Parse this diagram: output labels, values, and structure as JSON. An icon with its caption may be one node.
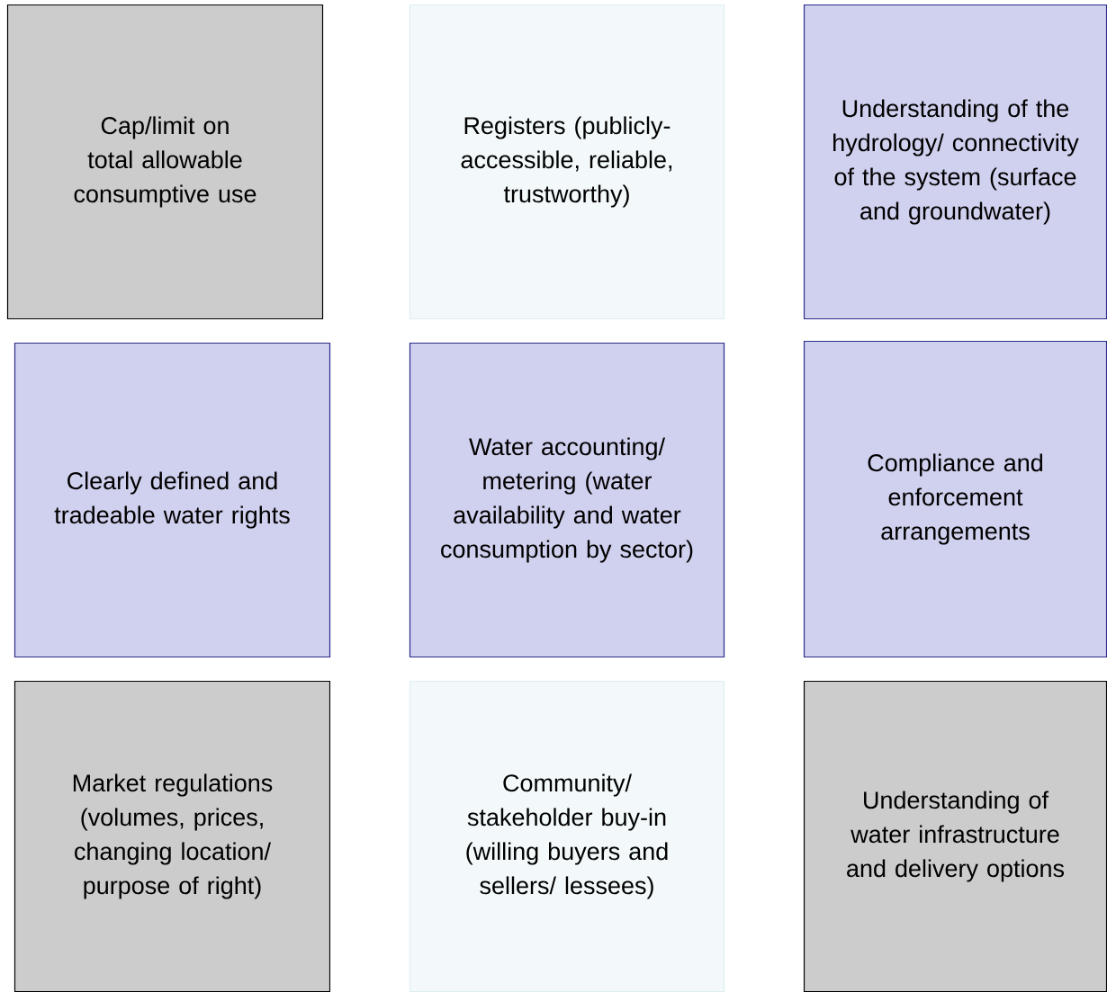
{
  "diagram": {
    "nodes": [
      {
        "text": [
          "Cap/limit on total allowable consumptive use"
        ]
      },
      {
        "text": [
          "Registers (publicly-accessible, reliable, trustworthy)"
        ]
      },
      {
        "text": [
          "Understanding of the hydrology/ connectivity of the system (surface and groundwater)"
        ]
      },
      {
        "text": [
          "Clearly defined and tradeable water rights"
        ]
      },
      {
        "text": [
          "Water accounting/ metering (water availability and water consumption by sector)"
        ]
      },
      {
        "text": [
          "Compliance and enforcement arrangements"
        ]
      },
      {
        "text": [
          "Market regulations (volumes, prices, changing location/ purpose of right)"
        ]
      },
      {
        "text": [
          "Community/ stakeholder buy-in (willing buyers and sellers/ lessees)"
        ]
      },
      {
        "text": [
          "Understanding of water infrastructure and delivery options"
        ]
      }
    ]
  }
}
